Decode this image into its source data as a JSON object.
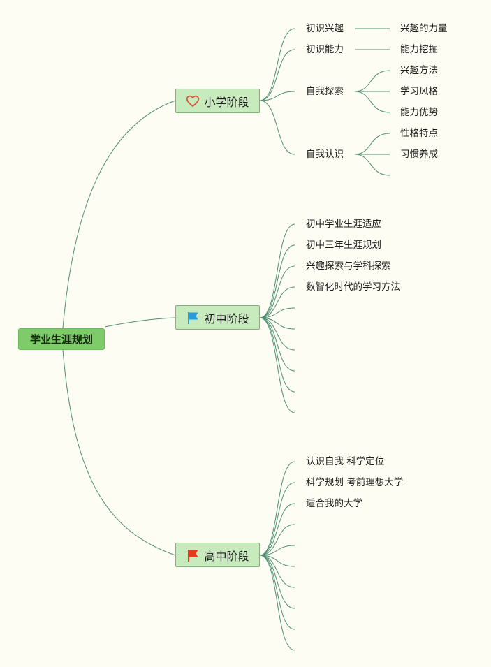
{
  "root": {
    "label": "学业生涯规划"
  },
  "stages": [
    {
      "label": "小学阶段",
      "icon": "heart-icon",
      "icon_color": "#e0503a",
      "topics": [
        {
          "label": "初识兴趣",
          "subs": [
            "兴趣的力量"
          ]
        },
        {
          "label": "初识能力",
          "subs": [
            "能力挖掘"
          ]
        },
        {
          "label": "自我探索",
          "subs": [
            "兴趣方法",
            "学习风格",
            "能力优势"
          ]
        },
        {
          "label": "自我认识",
          "subs": [
            "性格特点",
            "习惯养成",
            ""
          ]
        }
      ]
    },
    {
      "label": "初中阶段",
      "icon": "blue-flag-icon",
      "icon_color": "#2a9ad8",
      "topics": [
        {
          "label": "初中学业生涯适应",
          "subs": []
        },
        {
          "label": "初中三年生涯规划",
          "subs": []
        },
        {
          "label": "兴趣探索与学科探索",
          "subs": []
        },
        {
          "label": "数智化时代的学习方法",
          "subs": []
        },
        {
          "label": "",
          "subs": []
        },
        {
          "label": "",
          "subs": []
        },
        {
          "label": "",
          "subs": []
        },
        {
          "label": "",
          "subs": []
        },
        {
          "label": "",
          "subs": []
        },
        {
          "label": "",
          "subs": []
        }
      ]
    },
    {
      "label": "高中阶段",
      "icon": "red-flag-icon",
      "icon_color": "#e8391f",
      "topics": [
        {
          "label": "认识自我 科学定位",
          "subs": []
        },
        {
          "label": "科学规划 考前理想大学",
          "subs": []
        },
        {
          "label": "适合我的大学",
          "subs": []
        },
        {
          "label": "",
          "subs": []
        },
        {
          "label": "",
          "subs": []
        },
        {
          "label": "",
          "subs": []
        },
        {
          "label": "",
          "subs": []
        },
        {
          "label": "",
          "subs": []
        },
        {
          "label": "",
          "subs": []
        },
        {
          "label": "",
          "subs": []
        }
      ]
    }
  ],
  "colors": {
    "background": "#fefdf3",
    "connector": "#4f8f72",
    "root_fill": "#7ecb6a",
    "stage_fill": "#c7ebbd"
  }
}
